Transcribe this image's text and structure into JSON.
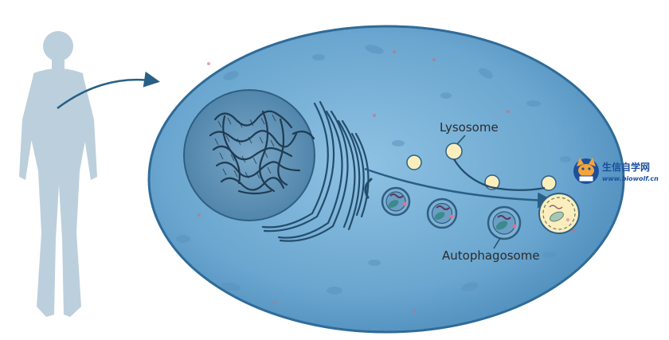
{
  "labels": {
    "lysosome": "Lysosome",
    "autophagosome": "Autophagosome"
  },
  "watermark": {
    "title": "生信自学网",
    "url": "www.biowolf.cn"
  },
  "colors": {
    "cell_fill": "#5d9cc6",
    "cell_outline": "#2f6b98",
    "nucleus_fill": "#5b8fb3",
    "dna": "#1f3b52",
    "arrow": "#285f85",
    "lysosome": "#fbeebd",
    "human_silhouette": "#bccfdc"
  }
}
